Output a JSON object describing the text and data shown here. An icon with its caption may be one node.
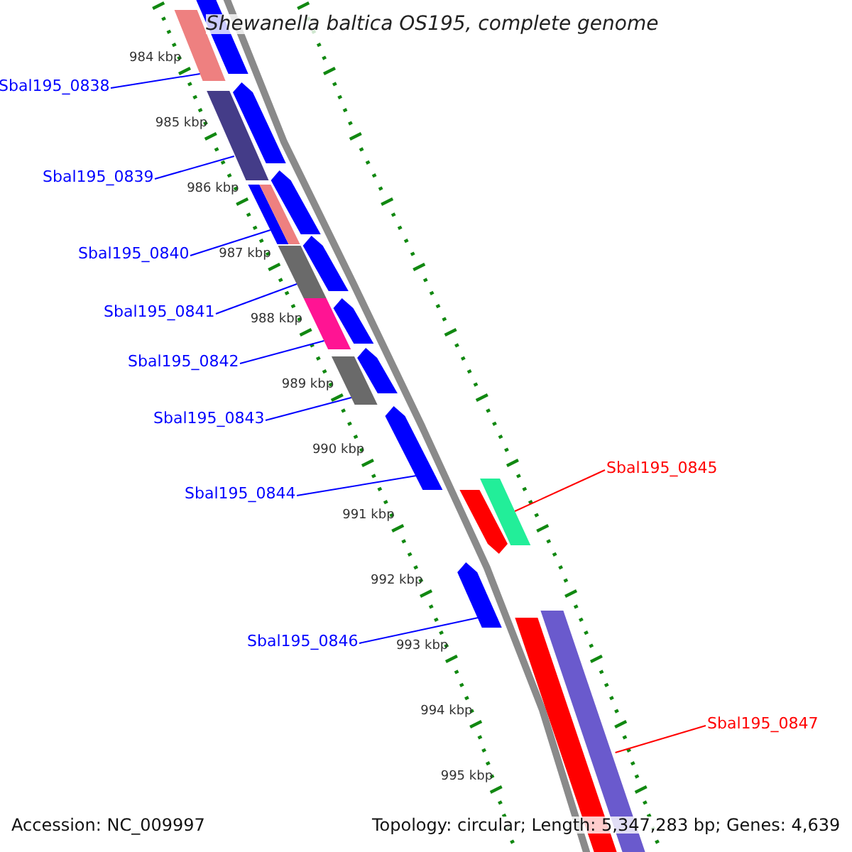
{
  "diagram": {
    "title": "Shewanella baltica OS195, complete genome",
    "nodes": [
      {
        "text": [
          "Sbal195_0838"
        ]
      },
      {
        "text": [
          "Sbal195_0839"
        ]
      },
      {
        "text": [
          "Sbal195_0840"
        ]
      },
      {
        "text": [
          "Sbal195_0841"
        ]
      },
      {
        "text": [
          "Sbal195_0842"
        ]
      },
      {
        "text": [
          "Sbal195_0843"
        ]
      },
      {
        "text": [
          "Sbal195_0844"
        ]
      },
      {
        "text": [
          "Sbal195_0845"
        ]
      },
      {
        "text": [
          "Sbal195_0846"
        ]
      },
      {
        "text": [
          "Sbal195_0847"
        ]
      },
      {
        "text": [],
        "shape": "bar"
      },
      {
        "text": [],
        "shape": "bar"
      },
      {
        "text": [],
        "shape": "bar"
      },
      {
        "text": [],
        "shape": "bar"
      },
      {
        "text": [],
        "shape": "bar"
      },
      {
        "text": [],
        "shape": "bar"
      },
      {
        "text": [],
        "shape": "bar"
      },
      {
        "text": [],
        "shape": "bar"
      },
      {
        "text": [],
        "shape": "bar"
      },
      {
        "text": [],
        "shape": "bar"
      },
      {
        "text": [],
        "shape": "bar"
      },
      {
        "text": [],
        "shape": "bar"
      },
      {
        "text": [],
        "shape": "bar"
      },
      {
        "text": [],
        "shape": "bar"
      },
      {
        "text": [],
        "shape": "bar"
      },
      {
        "text": [],
        "shape": "bar"
      },
      {
        "text": [],
        "shape": "bar"
      },
      {
        "text": [],
        "shape": "bar"
      }
    ],
    "edges": [
      {
        "from": 0,
        "to": 11,
        "arrow": "none"
      },
      {
        "from": 1,
        "to": 13,
        "arrow": "none"
      },
      {
        "from": 2,
        "to": 15,
        "arrow": "none"
      },
      {
        "from": 3,
        "to": 17,
        "arrow": "none"
      },
      {
        "from": 4,
        "to": 18,
        "arrow": "none"
      },
      {
        "from": 5,
        "to": 21,
        "arrow": "none"
      },
      {
        "from": 6,
        "to": 22,
        "arrow": "none"
      },
      {
        "from": 7,
        "to": 23,
        "arrow": "none",
        "color": "#ff0000"
      },
      {
        "from": 8,
        "to": 25,
        "arrow": "none"
      },
      {
        "from": 9,
        "to": 26,
        "arrow": "none",
        "color": "#ff0000"
      }
    ],
    "labels": [
      "984 kbp",
      "985 kbp",
      "986 kbp",
      "987 kbp",
      "988 kbp",
      "989 kbp",
      "990 kbp",
      "991 kbp",
      "992 kbp",
      "993 kbp",
      "994 kbp",
      "995 kbp",
      "Accession: NC_009997",
      "Topology: circular; Length: 5,347,283 bp; Genes: 4,639"
    ]
  }
}
